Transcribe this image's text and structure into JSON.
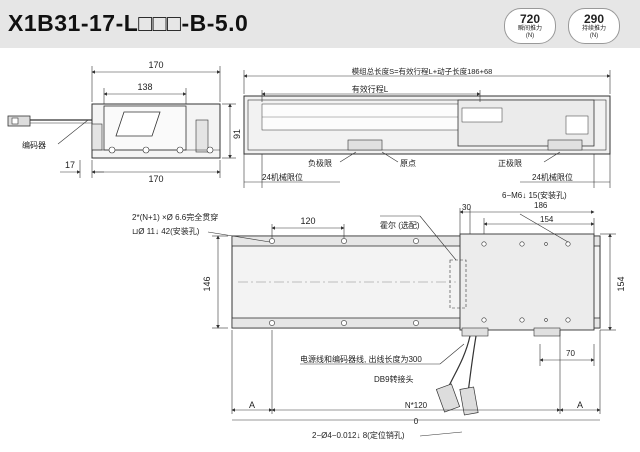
{
  "title": "X1B31-17-L□□□-B-5.0",
  "badges": [
    {
      "value": "720",
      "label": "瞬间推力",
      "unit": "(N)"
    },
    {
      "value": "290",
      "label": "持续推力",
      "unit": "(N)"
    }
  ],
  "side_view": {
    "dim_top": "170",
    "dim_inner": "138",
    "dim_height": "91",
    "dim_left": "17",
    "dim_bottom": "170",
    "encoder": "编码器"
  },
  "front_view": {
    "total_length": "模组总长度S=有效行程L+动子长度186+68",
    "stroke": "有效行程L",
    "neg_limit": "负极限",
    "origin": "原点",
    "pos_limit": "正极限",
    "mech_limit_left": "24机械限位",
    "mech_limit_right": "24机械限位"
  },
  "top_view": {
    "holes_note_1": "2*(N+1) ×Ø 6.6完全贯穿",
    "holes_note_2": "⊔Ø 11↓ 42(安装孔)",
    "pitch": "120",
    "hall": "霍尔 (选配)",
    "dim_30": "30",
    "dim_186": "186",
    "dim_154": "154",
    "tapped": "6−M6↓ 15(安装孔)",
    "width_146": "146",
    "width_154": "154",
    "cable_note": "电源线和编码器线, 出线长度为300",
    "db9": "DB9转接头",
    "dim_70": "70",
    "dim_a_left": "A",
    "dim_a_right": "A",
    "n120": "N*120",
    "dim_0": "0",
    "pin_note": "2−Ø4−0.012↓ 8(定位销孔)"
  }
}
